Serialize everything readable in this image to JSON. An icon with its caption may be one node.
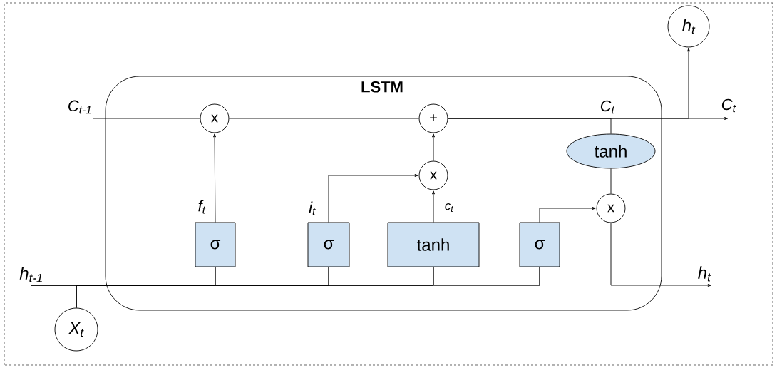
{
  "diagram": {
    "nodes": [
      {
        "text": [
          "LSTM"
        ]
      },
      {
        "text": [
          "x"
        ],
        "in": 0
      },
      {
        "text": [
          "+"
        ],
        "in": 0
      },
      {
        "text": [
          "x"
        ],
        "in": 0
      },
      {
        "text": [
          "x"
        ],
        "in": 0
      },
      {
        "text": [
          "σ"
        ],
        "in": 0
      },
      {
        "text": [
          "σ"
        ],
        "in": 0
      },
      {
        "text": [
          "tanh"
        ],
        "in": 0
      },
      {
        "text": [
          "σ"
        ],
        "in": 0
      },
      {
        "text": [
          "tanh"
        ],
        "in": 0
      },
      {
        "text": [
          "h$_{t}$"
        ]
      },
      {
        "text": [
          "X$_{t}$"
        ]
      },
      {
        "text": [
          "C$_{t-1}$"
        ]
      },
      {
        "text": [
          "C$_{t}$"
        ]
      },
      {
        "text": [
          "h$_{t-1}$"
        ]
      },
      {
        "text": [
          "h$_{t}$"
        ]
      }
    ],
    "edges": [
      {
        "from": 12,
        "to": 1,
        "arrow": "none"
      },
      {
        "from": 1,
        "to": 2,
        "arrow": "none"
      },
      {
        "from": 2,
        "to": 9,
        "arrow": "none"
      },
      {
        "from": 2,
        "to": 10,
        "arrow": "to"
      },
      {
        "from": 2,
        "to": 13,
        "arrow": "to"
      },
      {
        "from": 5,
        "to": 1,
        "arrow": "to"
      },
      {
        "from": 6,
        "to": 3,
        "arrow": "to"
      },
      {
        "from": 7,
        "to": 3,
        "arrow": "to"
      },
      {
        "from": 3,
        "to": 2,
        "arrow": "to"
      },
      {
        "from": 8,
        "to": 4,
        "arrow": "to"
      },
      {
        "from": 9,
        "to": 4,
        "arrow": "none"
      },
      {
        "from": 4,
        "to": 15,
        "arrow": "to"
      },
      {
        "from": 14,
        "to": 5,
        "arrow": "none"
      },
      {
        "from": 14,
        "to": 6,
        "arrow": "none"
      },
      {
        "from": 14,
        "to": 7,
        "arrow": "none"
      },
      {
        "from": 14,
        "to": 8,
        "arrow": "none"
      },
      {
        "from": 11,
        "to": 5,
        "arrow": "none"
      },
      {
        "from": 11,
        "to": 6,
        "arrow": "none"
      },
      {
        "from": 11,
        "to": 7,
        "arrow": "none"
      },
      {
        "from": 11,
        "to": 8,
        "arrow": "none"
      }
    ],
    "labels": [
      "C$_{t}$",
      "f$_{t}$",
      "i$_{t}$",
      "c$_{t}$"
    ]
  }
}
